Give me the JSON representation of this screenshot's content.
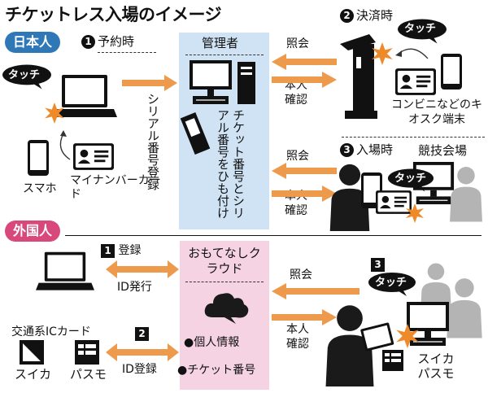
{
  "title": "チケットレス入場のイメージ",
  "sections": {
    "domestic": "日本人",
    "foreign": "外国人"
  },
  "domestic": {
    "step1": {
      "num": "1",
      "label": "予約時"
    },
    "step2": {
      "num": "2",
      "label": "決済時"
    },
    "step3": {
      "num": "3",
      "label": "入場時"
    },
    "venue": "競技会場",
    "touch": "タッチ",
    "serial_register": "シリアル番号登録",
    "admin": "管理者",
    "admin_link": "チケット番号とシリアル番号をひも付け",
    "inquiry": "照会",
    "verify": "本人確認",
    "smartphone": "スマホ",
    "mynumber_card": "マイナンバーカード",
    "kiosk": "コンビニなどのキオスク端末"
  },
  "foreign": {
    "step1": {
      "num": "1",
      "register": "登録",
      "id_issue": "ID発行"
    },
    "step2": {
      "num": "2",
      "id_register": "ID登録"
    },
    "step3": {
      "num": "3"
    },
    "cloud": "おもてなしクラウド",
    "bullet_personal": "●個人情報",
    "bullet_ticket": "●チケット番号",
    "inquiry": "照会",
    "verify": "本人確認",
    "touch": "タッチ",
    "ic_card": "交通系ICカード",
    "suica": "スイカ",
    "pasmo": "パスモ",
    "suica_pasmo": "スイカパスモ"
  },
  "colors": {
    "arrow": "#ee9a4c",
    "burst": "#ee8a2a",
    "admin_box": "#cfe3f4",
    "cloud_box": "#f6d3e3",
    "domestic_badge": "#2f78b8",
    "foreign_badge": "#d9487a",
    "person_front": "#1a1a1a",
    "person_back": "#b4b4b4"
  },
  "icons": [
    "laptop-icon",
    "smartphone-icon",
    "id-card-icon",
    "monitor-icon",
    "server-icon",
    "kiosk-icon",
    "cloud-icon",
    "person-icon",
    "touch-burst-icon",
    "arrow-icon"
  ]
}
